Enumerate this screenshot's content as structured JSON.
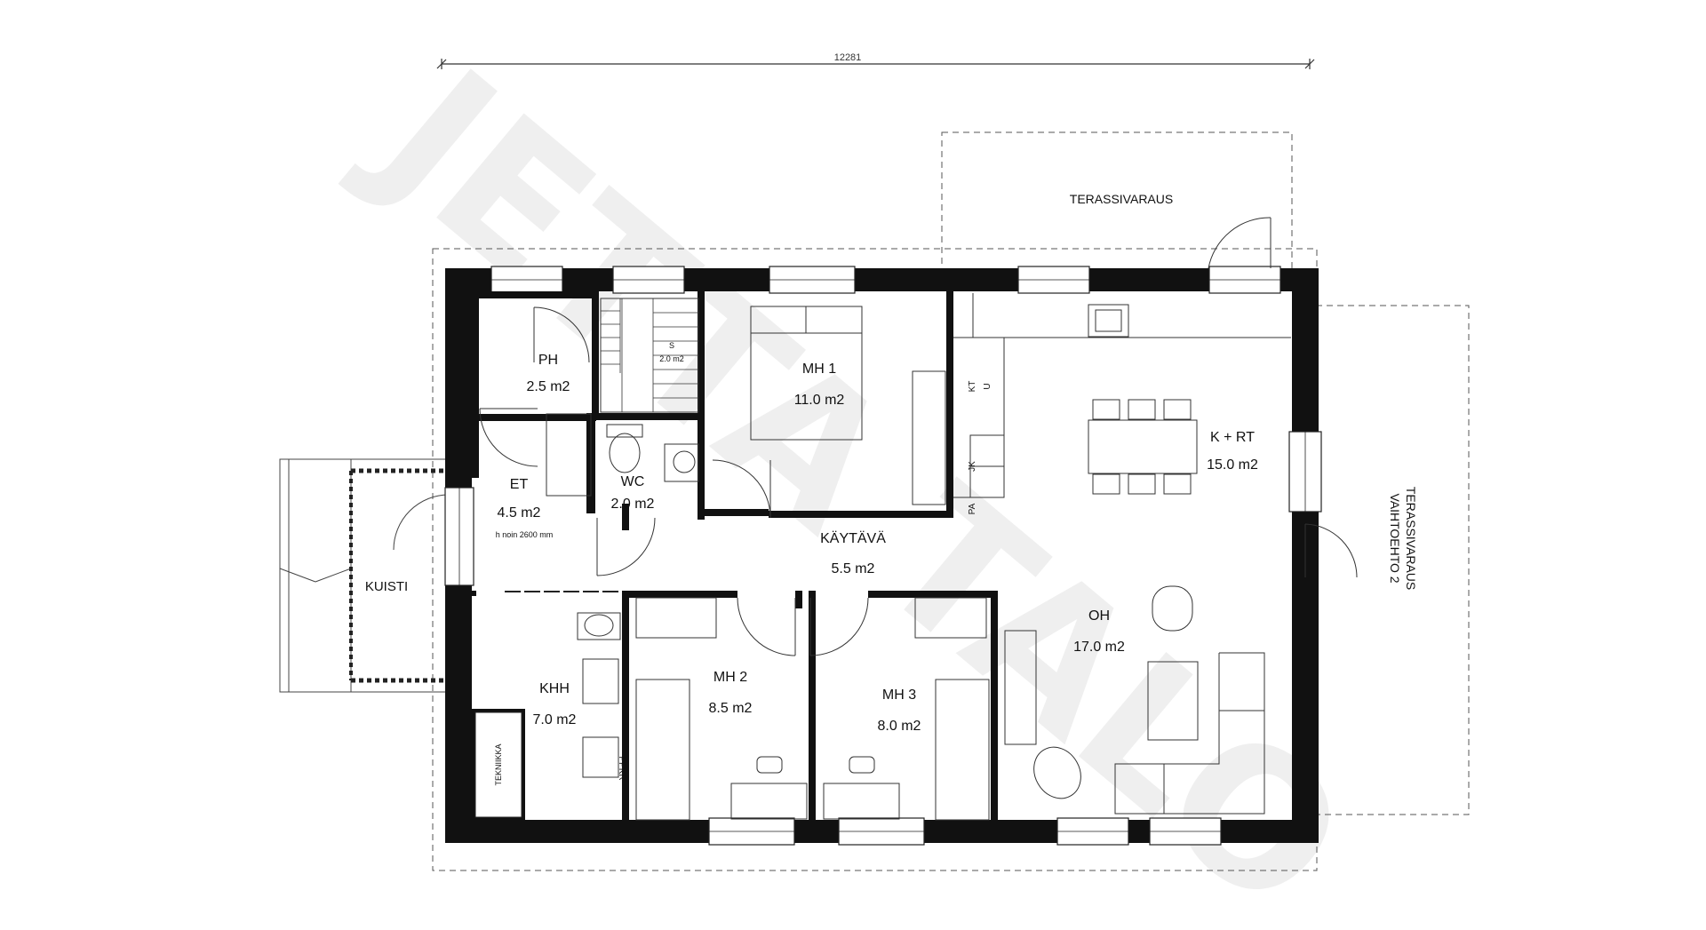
{
  "watermark": "JETTA TALO",
  "dimension": {
    "total_width": "12281"
  },
  "rooms": {
    "ph": {
      "name": "PH",
      "area": "2.5 m2"
    },
    "sauna": {
      "name": "S",
      "area": "2.0 m2"
    },
    "mh1": {
      "name": "MH 1",
      "area": "11.0 m2"
    },
    "kitchen": {
      "name": "K + RT",
      "area": "15.0 m2"
    },
    "et": {
      "name": "ET",
      "area": "4.5 m2",
      "note": "h noin 2600 mm"
    },
    "wc": {
      "name": "WC",
      "area": "2.0 m2"
    },
    "kaytava": {
      "name": "KÄYTÄVÄ",
      "area": "5.5 m2"
    },
    "oh": {
      "name": "OH",
      "area": "17.0 m2"
    },
    "khh": {
      "name": "KHH",
      "area": "7.0 m2"
    },
    "mh2": {
      "name": "MH 2",
      "area": "8.5 m2"
    },
    "mh3": {
      "name": "MH 3",
      "area": "8.0 m2"
    }
  },
  "labels": {
    "kuisti": "KUISTI",
    "tekniikka": "TEKNIIKKA",
    "terassivaraus": "TERASSIVARAUS",
    "terassivaraus2_line1": "TERASSIVARAUS",
    "terassivaraus2_line2": "VAIHTOEHTO 2",
    "kt": "KT",
    "u": "U",
    "jk": "JK",
    "pa": "PA",
    "ppkr": "PPKR"
  }
}
